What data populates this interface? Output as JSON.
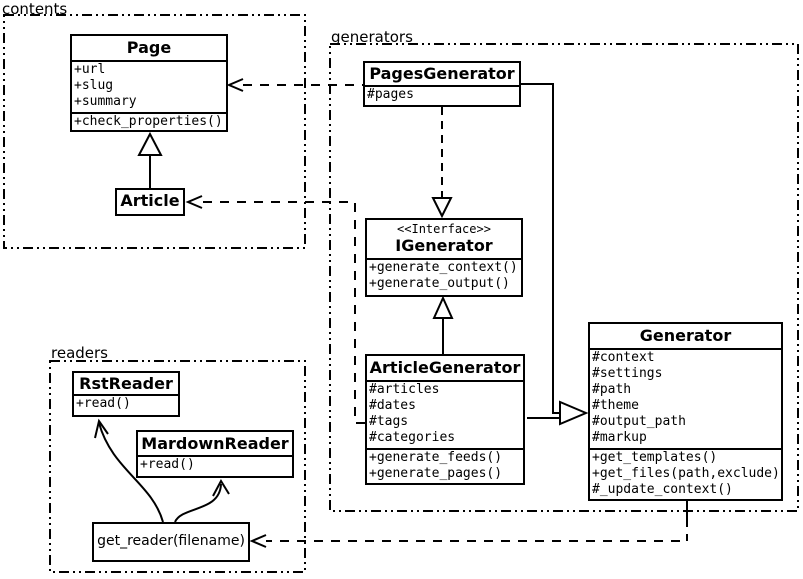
{
  "diagram_type": "uml-class-diagram",
  "colors": {
    "line": "#000000",
    "background": "#ffffff"
  },
  "packages": {
    "contents": {
      "label": "contents"
    },
    "generators": {
      "label": "generators"
    },
    "readers": {
      "label": "readers"
    }
  },
  "classes": {
    "page": {
      "title": "Page",
      "attributes": [
        "+url",
        "+slug",
        "+summary"
      ],
      "methods": [
        "+check_properties()"
      ]
    },
    "article": {
      "title": "Article"
    },
    "pages_generator": {
      "title": "PagesGenerator",
      "attributes": [
        "#pages"
      ]
    },
    "igenerator": {
      "stereotype": "<<Interface>>",
      "title": "IGenerator",
      "methods": [
        "+generate_context()",
        "+generate_output()"
      ]
    },
    "article_generator": {
      "title": "ArticleGenerator",
      "attributes": [
        "#articles",
        "#dates",
        "#tags",
        "#categories"
      ],
      "methods": [
        "+generate_feeds()",
        "+generate_pages()"
      ]
    },
    "generator": {
      "title": "Generator",
      "attributes": [
        "#context",
        "#settings",
        "#path",
        "#theme",
        "#output_path",
        "#markup"
      ],
      "methods": [
        "+get_templates()",
        "+get_files(path,exclude)",
        "#_update_context()"
      ]
    },
    "rst_reader": {
      "title": "RstReader",
      "methods": [
        "+read()"
      ]
    },
    "mardown_reader": {
      "title": "MardownReader",
      "methods": [
        "+read()"
      ]
    },
    "get_reader": {
      "label": "get_reader(filename)"
    }
  }
}
